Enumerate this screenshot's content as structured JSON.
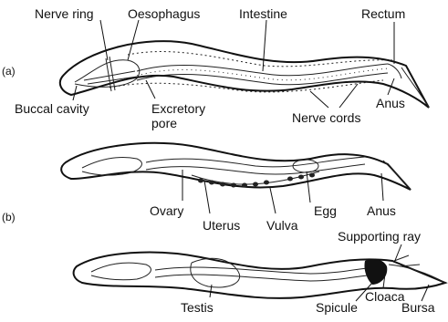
{
  "figure": {
    "panels": [
      {
        "id": "a",
        "panel_label": "(a)",
        "labels": {
          "nerve_ring": "Nerve ring",
          "oesophagus": "Oesophagus",
          "intestine": "Intestine",
          "rectum": "Rectum",
          "buccal_cavity": "Buccal cavity",
          "excretory_pore_line1": "Excretory",
          "excretory_pore_line2": "pore",
          "nerve_cords": "Nerve cords",
          "anus": "Anus"
        }
      },
      {
        "id": "b",
        "panel_label": "(b)",
        "labels": {
          "ovary": "Ovary",
          "uterus": "Uterus",
          "vulva": "Vulva",
          "egg": "Egg",
          "anus": "Anus"
        }
      },
      {
        "id": "c",
        "labels": {
          "supporting_ray": "Supporting ray",
          "testis": "Testis",
          "spicule": "Spicule",
          "cloaca": "Cloaca",
          "bursa": "Bursa"
        }
      }
    ]
  }
}
